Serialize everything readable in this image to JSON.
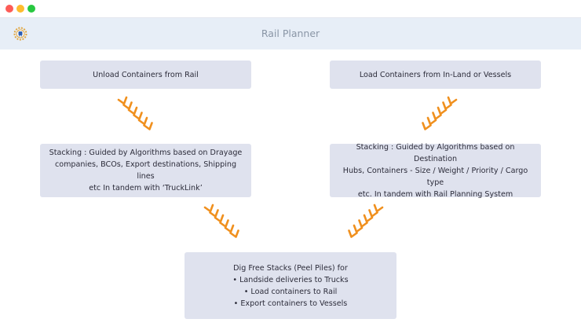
{
  "window": {
    "controls": [
      "close",
      "minimize",
      "maximize"
    ],
    "colors": {
      "close": "#fd5c57",
      "minimize": "#febc2e",
      "maximize": "#28c840"
    }
  },
  "header": {
    "title": "Rail Planner",
    "logo_icon": "gear-rail-logo-icon",
    "background": "#e7eef7"
  },
  "flow": {
    "box_color": "#dfe2ee",
    "arrow_color": "#f0901e",
    "unload": "Unload Containers from Rail",
    "load": "Load Containers from In-Land or Vessels",
    "stack_left": [
      "Stacking : Guided by Algorithms based on Drayage",
      "companies, BCOs, Export destinations, Shipping lines",
      "etc In tandem with ‘TruckLink’"
    ],
    "stack_right": [
      "Stacking : Guided by Algorithms based on Destination",
      "Hubs, Containers - Size / Weight / Priority / Cargo type",
      "etc. In tandem with Rail Planning System"
    ],
    "dig": [
      "Dig Free Stacks (Peel Piles) for",
      "• Landside deliveries to Trucks",
      "• Load containers to Rail",
      "• Export containers to Vessels"
    ]
  }
}
